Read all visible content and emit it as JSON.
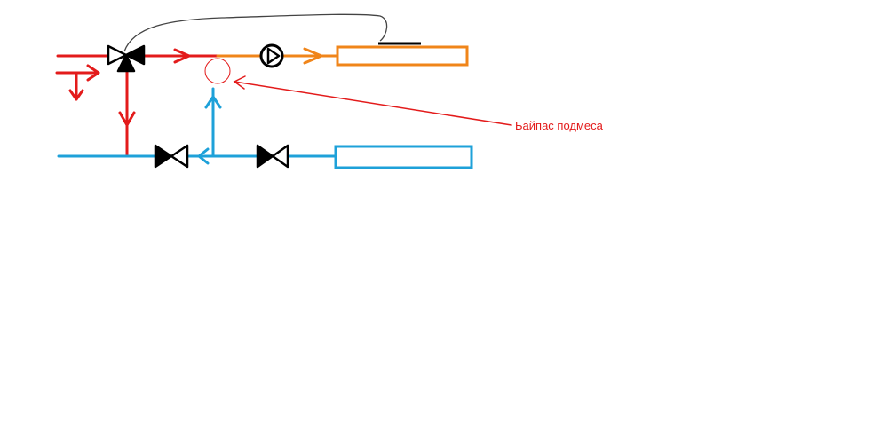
{
  "annotation": {
    "text": "Байпас подмеса",
    "color": "#e31b1b"
  },
  "colors": {
    "supply": "#e31b1b",
    "mixed_supply": "#f0851a",
    "return": "#1ea1d9",
    "valve": "#000000",
    "sensor_wire": "#444444",
    "bypass_marker": "#e31b1b"
  },
  "components": {
    "three_way_valve": "three-way-valve-icon",
    "pump": "pump-icon",
    "shutoff_valves": [
      "ball-valve-icon",
      "ball-valve-icon"
    ],
    "consumer_supply": "orange-radiator",
    "consumer_return": "blue-radiator"
  }
}
